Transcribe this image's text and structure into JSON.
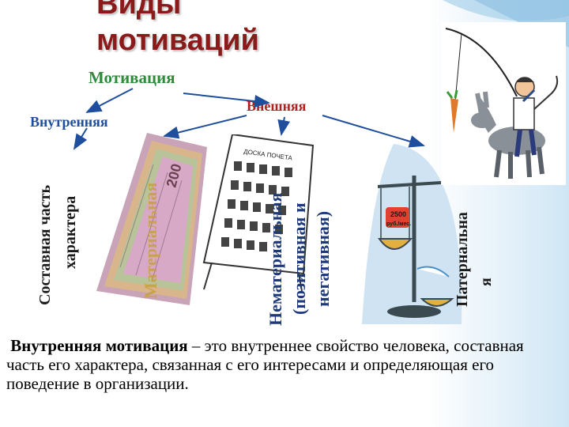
{
  "title_line1": "Виды",
  "title_line2": "мотиваций",
  "root_label": "Мотивация",
  "internal_label": "Внутренняя",
  "external_label": "Внешняя",
  "character_part_line1": "Составная часть",
  "character_part_line2": "характера",
  "material_label": "Материальная",
  "nonmaterial_line1": "Нематериальная",
  "nonmaterial_line2": "(позитивная и",
  "nonmaterial_line3": "негативная)",
  "paternal_line1": "Патернальна",
  "paternal_line2": "я",
  "board_text": "ДОСКА ПОЧЕТА",
  "scale_tag_line1": "2500",
  "scale_tag_line2": "руб./мес.",
  "paragraph_bold": "Внутренняя мотивация",
  "paragraph_rest": " – это внутреннее свойство человека, составная часть его характера, связанная с его интересами и определяющая его поведение в организации.",
  "colors": {
    "title": "#8b1a1a",
    "root": "#2e8b3a",
    "internal": "#1f4e9c",
    "external": "#b02020",
    "arrows": "#1f4e9c",
    "vertical_text": "#1a1a1a",
    "material_text": "#c8a040"
  }
}
